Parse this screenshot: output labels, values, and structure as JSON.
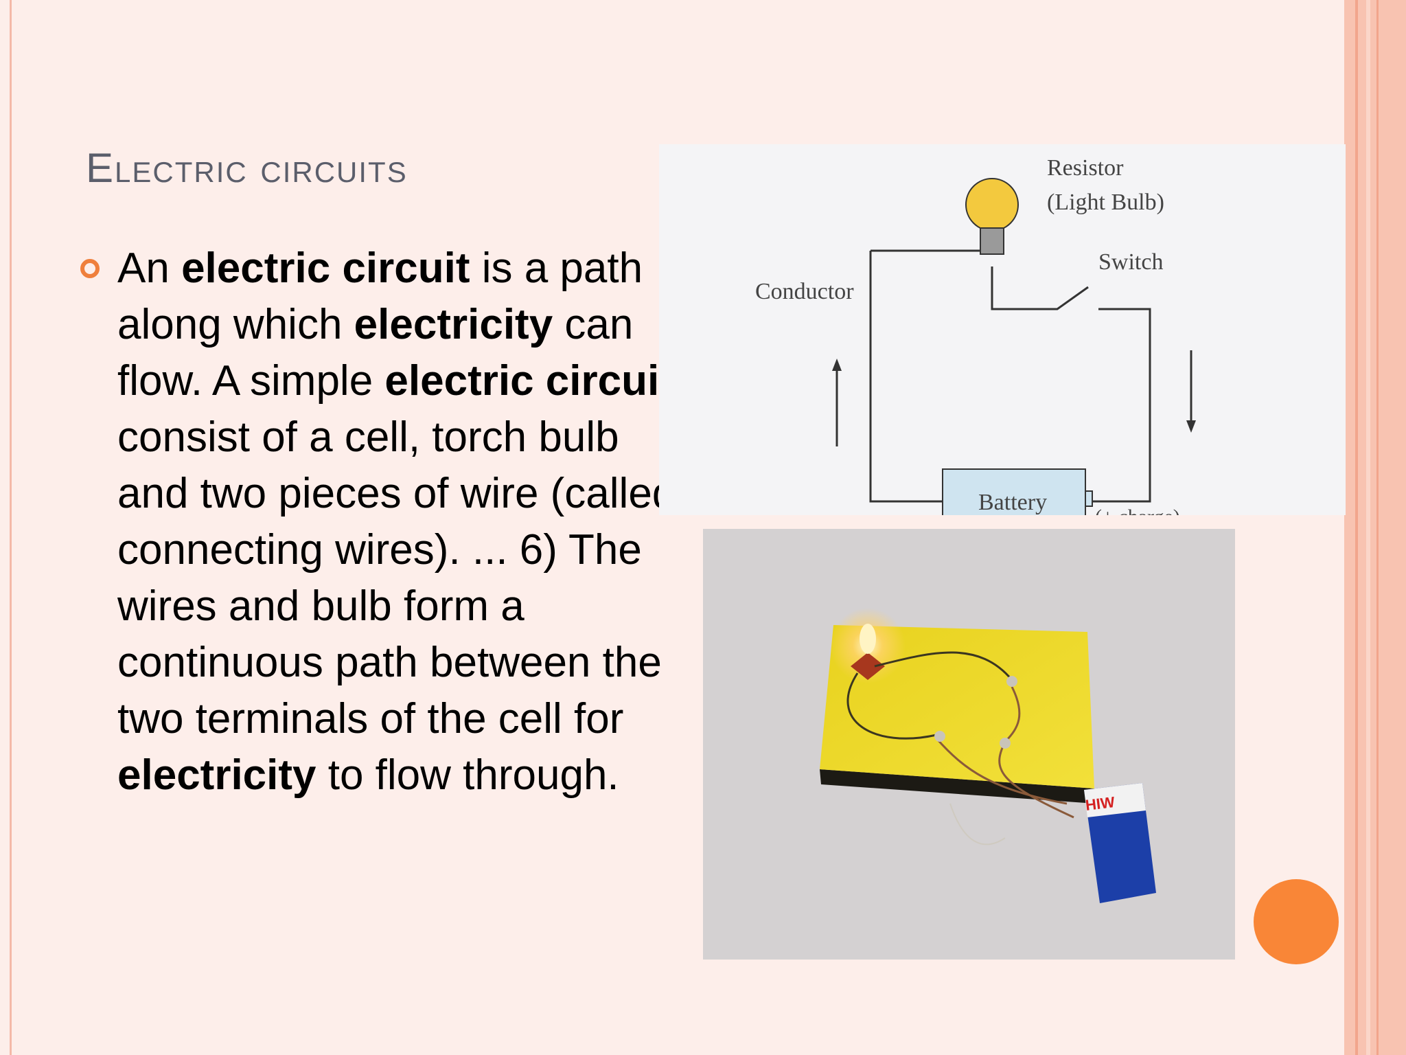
{
  "slide": {
    "title": "Electric circuits",
    "body": [
      {
        "text": "An ",
        "bold": false
      },
      {
        "text": "electric circuit",
        "bold": true
      },
      {
        "text": " is a path along which ",
        "bold": false
      },
      {
        "text": "electricity",
        "bold": true
      },
      {
        "text": " can flow. A simple ",
        "bold": false
      },
      {
        "text": "electric circuit",
        "bold": true
      },
      {
        "text": " consist of a cell, torch bulb and two pieces of wire (called connecting wires). ... 6) The wires and bulb form a continuous path between the two terminals of the cell for ",
        "bold": false
      },
      {
        "text": "electricity",
        "bold": true
      },
      {
        "text": " to flow through.",
        "bold": false
      }
    ]
  },
  "diagram": {
    "resistor_label_1": "Resistor",
    "resistor_label_2": "(Light Bulb)",
    "switch_label": "Switch",
    "conductor_label": "Conductor",
    "battery_label": "Battery",
    "charge_label": "(+ charge)"
  },
  "photo": {
    "battery_brand": "HIW"
  },
  "colors": {
    "background": "#fdeeea",
    "accent": "#ef7f3c",
    "dot": "#f98637",
    "title": "#5b5e6b"
  }
}
